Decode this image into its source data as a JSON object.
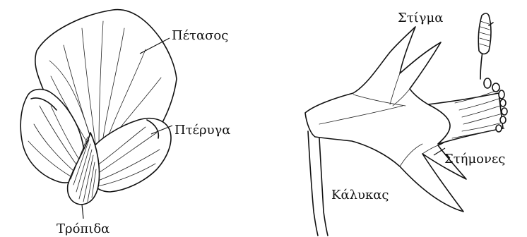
{
  "labels": {
    "standard": "Πέτασος",
    "wing": "Πτέρυγα",
    "keel": "Τρόπιδα",
    "stigma": "Στίγμα",
    "stamens": "Στήμονες",
    "calyx": "Κάλυκας"
  }
}
